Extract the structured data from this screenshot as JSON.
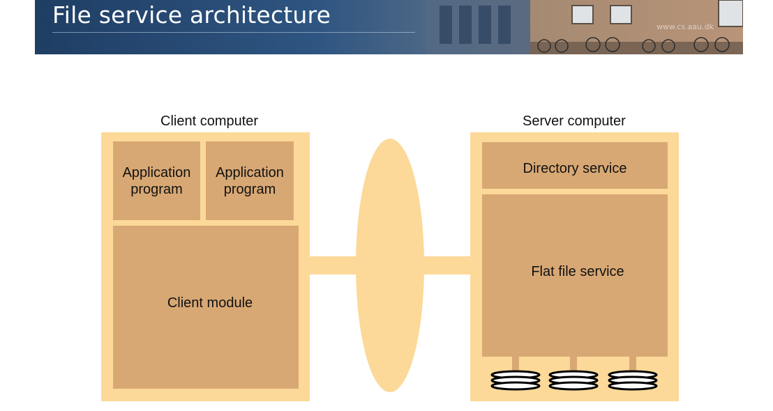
{
  "slide": {
    "title": "File service architecture",
    "url": "www.cs.aau.dk"
  },
  "diagram": {
    "client": {
      "label": "Client computer",
      "app1": "Application\nprogram",
      "app2": "Application\nprogram",
      "module": "Client module"
    },
    "server": {
      "label": "Server computer",
      "directory": "Directory service",
      "flat_file": "Flat file service",
      "disk_count": 3
    },
    "colors": {
      "container": "#fcd998",
      "box": "#d8a874",
      "network": "#fcd998",
      "disk": "#000000",
      "header": "#2e5581"
    }
  }
}
